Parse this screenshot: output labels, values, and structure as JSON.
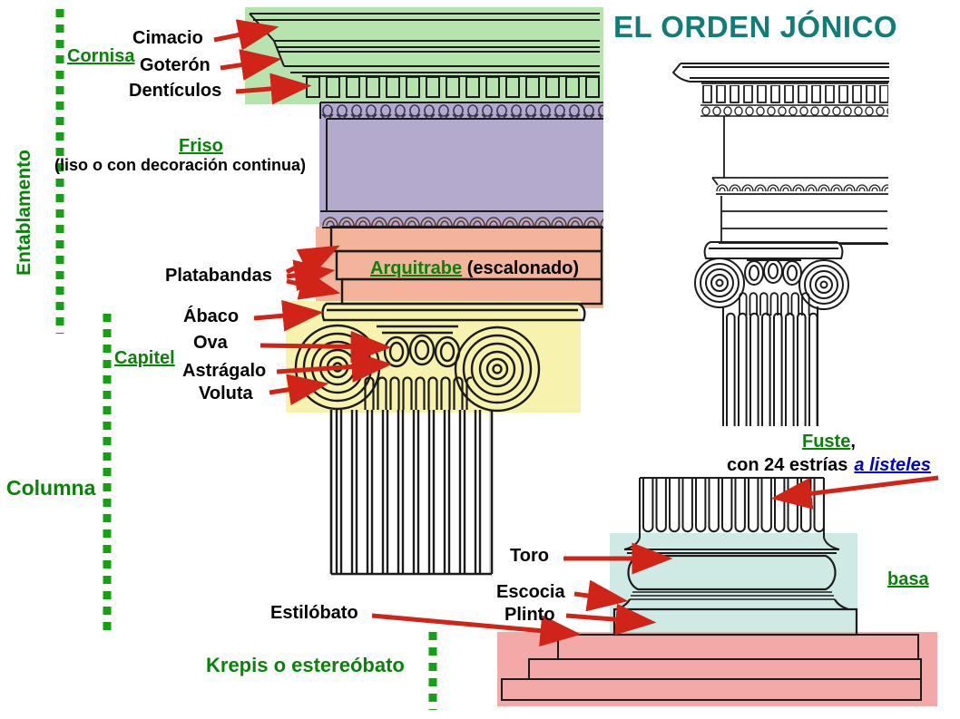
{
  "title": "EL ORDEN JÓNICO",
  "groups": {
    "entablamento": "Entablamento",
    "cornisa": "Cornisa",
    "friso": "Friso",
    "friso_note": "(liso o con decoración continua)",
    "arquitrabe": "Arquitrabe",
    "arquitrabe_note": "(escalonado)",
    "capitel": "Capitel",
    "columna": "Columna",
    "basa": "basa",
    "krepis": "Krepis o estereóbato"
  },
  "parts": {
    "cimacio": "Cimacio",
    "goteron": "Goterón",
    "denticulos": "Dentículos",
    "platabandas": "Platabandas",
    "abaco": "Ábaco",
    "ova": "Ova",
    "astragalo": "Astrágalo",
    "voluta": "Voluta",
    "fuste": "Fuste",
    "fuste_comma": ",",
    "fuste_line2_prefix": "con 24 estrías",
    "fuste_line2_link": "a listeles",
    "toro": "Toro",
    "escocia": "Escocia",
    "plinto": "Plinto",
    "estilobato": "Estilóbato"
  },
  "colors": {
    "title": "#117c78",
    "label_green": "#078407",
    "label_blue": "#0000cc",
    "arrow_red": "#d02418",
    "dotted_green": "#16a016",
    "ink": "#1b1b1b",
    "hl_cornisa": "#b7e3ae",
    "hl_friso": "#b3aacd",
    "hl_arquitrabe": "#f4b39b",
    "hl_capitel": "#f7f2ae",
    "hl_basa": "#cfeae4",
    "hl_krepis": "#f3a9a7"
  }
}
